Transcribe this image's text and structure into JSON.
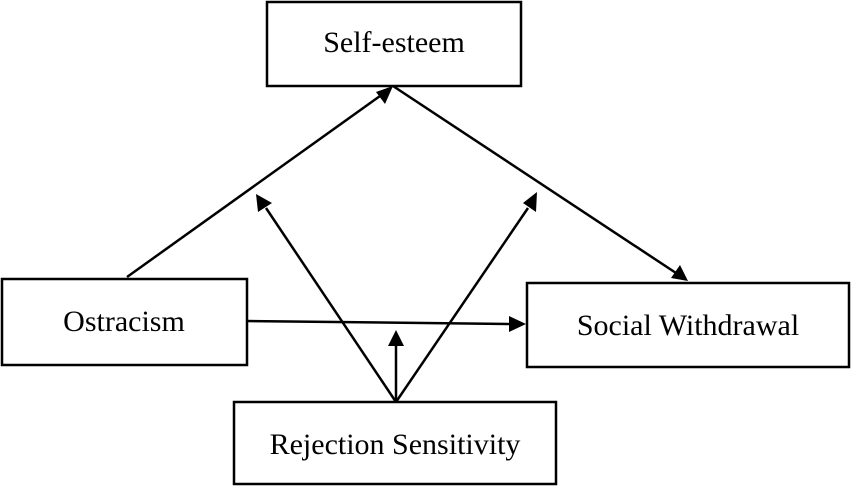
{
  "nodes": {
    "self_esteem": "Self-esteem",
    "ostracism": "Ostracism",
    "social_withdrawal": "Social Withdrawal",
    "rejection_sensitivity": "Rejection Sensitivity"
  },
  "edges": [
    {
      "from": "ostracism",
      "to": "self_esteem"
    },
    {
      "from": "self_esteem",
      "to": "social_withdrawal"
    },
    {
      "from": "ostracism",
      "to": "social_withdrawal"
    },
    {
      "from": "rejection_sensitivity",
      "to": "ostracism-self_esteem path"
    },
    {
      "from": "rejection_sensitivity",
      "to": "self_esteem-social_withdrawal path"
    },
    {
      "from": "rejection_sensitivity",
      "to": "ostracism-social_withdrawal path"
    }
  ],
  "colors": {
    "stroke": "#000000",
    "background": "#ffffff"
  }
}
